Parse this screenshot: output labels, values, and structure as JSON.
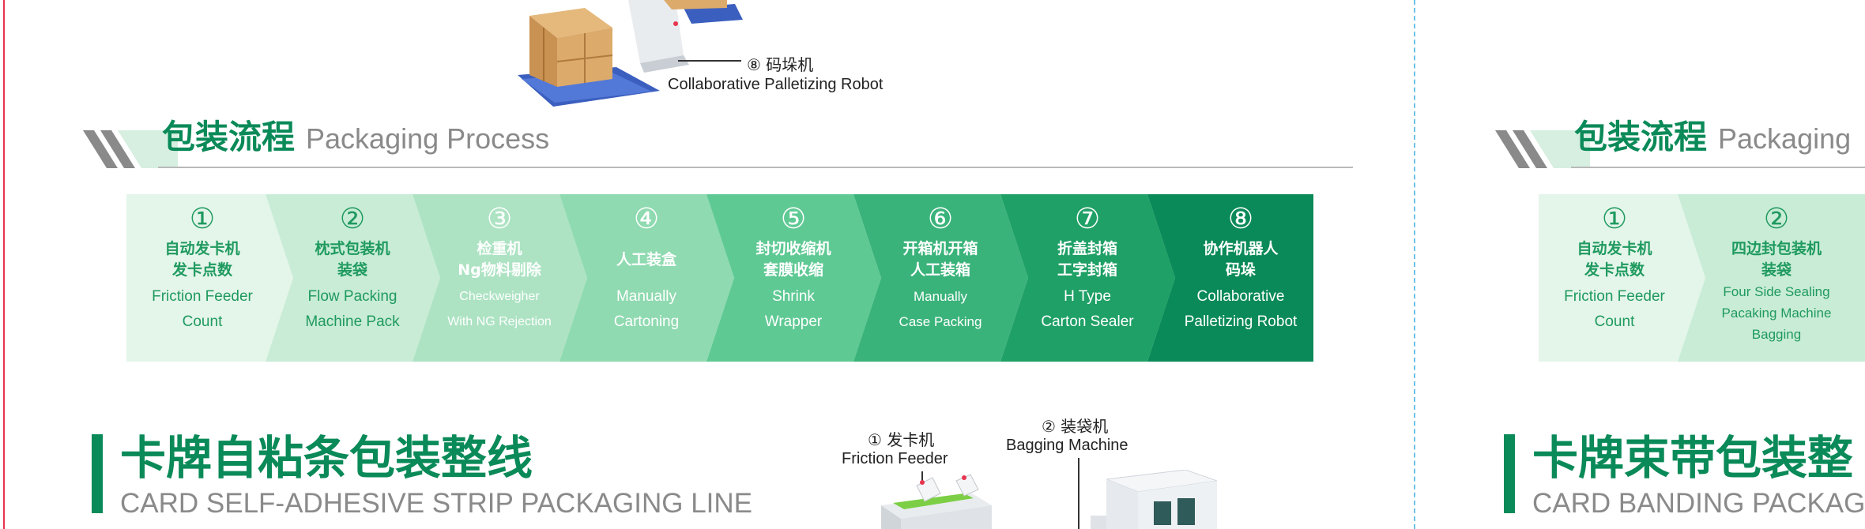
{
  "palletizer_callout": {
    "cn": "⑧ 码垛机",
    "en": "Collaborative Palletizing Robot"
  },
  "left_panel": {
    "title_cn": "包装流程",
    "title_en": "Packaging Process",
    "steps": [
      {
        "num": "①",
        "cn1": "自动发卡机",
        "cn2": "发卡点数",
        "en1": "Friction Feeder",
        "en2": "Count"
      },
      {
        "num": "②",
        "cn1": "枕式包装机",
        "cn2": "装袋",
        "en1": "Flow Packing",
        "en2": "Machine Pack"
      },
      {
        "num": "③",
        "cn1": "检重机",
        "cn2": "Ng物料剔除",
        "en1": "Checkweigher",
        "en2": "With NG Rejection"
      },
      {
        "num": "④",
        "cn1": "人工装盒",
        "cn2": "",
        "en1": "Manually",
        "en2": "Cartoning"
      },
      {
        "num": "⑤",
        "cn1": "封切收缩机",
        "cn2": "套膜收缩",
        "en1": "Shrink",
        "en2": "Wrapper"
      },
      {
        "num": "⑥",
        "cn1": "开箱机开箱",
        "cn2": "人工装箱",
        "en1": "Manually",
        "en2": "Case Packing"
      },
      {
        "num": "⑦",
        "cn1": "折盖封箱",
        "cn2": "工字封箱",
        "en1": "H Type",
        "en2": "Carton Sealer"
      },
      {
        "num": "⑧",
        "cn1": "协作机器人",
        "cn2": "码垛",
        "en1": "Collaborative",
        "en2": "Palletizing Robot"
      }
    ],
    "line_title_cn": "卡牌自粘条包装整线",
    "line_title_en": "CARD SELF-ADHESIVE STRIP PACKAGING LINE",
    "callout1": {
      "cn": "① 发卡机",
      "en": "Friction Feeder"
    },
    "callout2": {
      "cn": "② 装袋机",
      "en": "Bagging Machine"
    }
  },
  "right_panel": {
    "title_cn": "包装流程",
    "title_en": "Packaging",
    "steps": [
      {
        "num": "①",
        "cn1": "自动发卡机",
        "cn2": "发卡点数",
        "en1": "Friction Feeder",
        "en2": "Count"
      },
      {
        "num": "②",
        "cn1": "四边封包装机",
        "cn2": "装袋",
        "en1": "Four Side Sealing",
        "en2": "Pacaking Machine",
        "en3": "Bagging"
      }
    ],
    "line_title_cn": "卡牌束带包装整",
    "line_title_en": "CARD BANDING PACKAGI"
  },
  "colors": {
    "brand_green": "#0a8a58",
    "accent_red": "#e8344e",
    "divider_blue": "#6cc3e8"
  }
}
